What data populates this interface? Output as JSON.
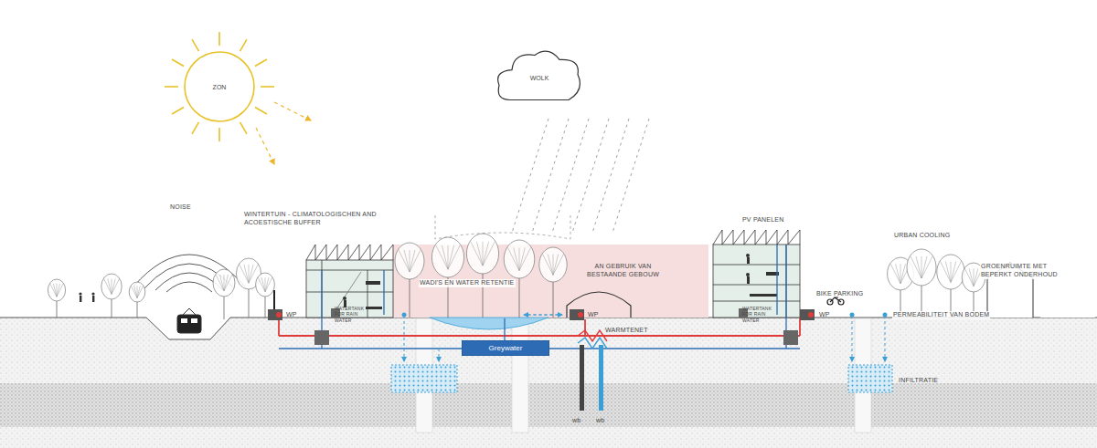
{
  "diagram": {
    "nodes": [
      {
        "text": [
          "ZON"
        ]
      },
      {
        "text": [
          "WOLK"
        ]
      },
      {
        "text": [
          "Greywater"
        ]
      }
    ],
    "labels": [
      "NOISE",
      "WINTERTUIN - CLIMATOLOGISCHEN AND ACOESTISCHE BUFFER",
      "WADI'S EN WATER RETENTIE",
      "AN GEBRUIK VAN BESTAANDE GEBOUW",
      "PV PANELEN",
      "URBAN COOLING",
      "GROENRUIMTE MET BEPERKT ONDERHOUD",
      "WATERTANK FOR RAIN WATER",
      "WATERTANK FOR RAIN WATER",
      "WP",
      "WP",
      "WP",
      "BIKE PARKING",
      "PERMEABILITEIT VAN BODEM",
      "WARMTENET",
      "INFILTRATIE",
      "wb",
      "wb"
    ]
  }
}
